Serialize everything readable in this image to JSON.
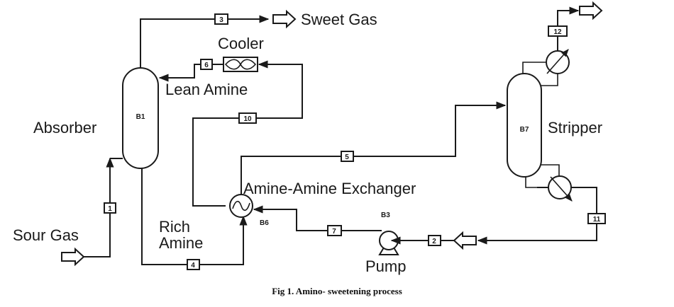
{
  "figure": {
    "caption": "Fig 1. Amino- sweetening process"
  },
  "labels": {
    "sweet_gas": "Sweet Gas",
    "cooler": "Cooler",
    "lean_amine": "Lean Amine",
    "absorber": "Absorber",
    "stripper": "Stripper",
    "amine_exchanger": "Amine-Amine Exchanger",
    "rich": "Rich",
    "amine": "Amine",
    "sour_gas": "Sour Gas",
    "pump": "Pump"
  },
  "blocks": {
    "absorber_id": "B1",
    "stripper_id": "B7",
    "exchanger_id": "B6",
    "pump_id": "B3"
  },
  "streams": {
    "s1": "1",
    "s2": "2",
    "s3": "3",
    "s4": "4",
    "s5": "5",
    "s6": "6",
    "s7": "7",
    "s10": "10",
    "s11": "11",
    "s12": "12"
  }
}
